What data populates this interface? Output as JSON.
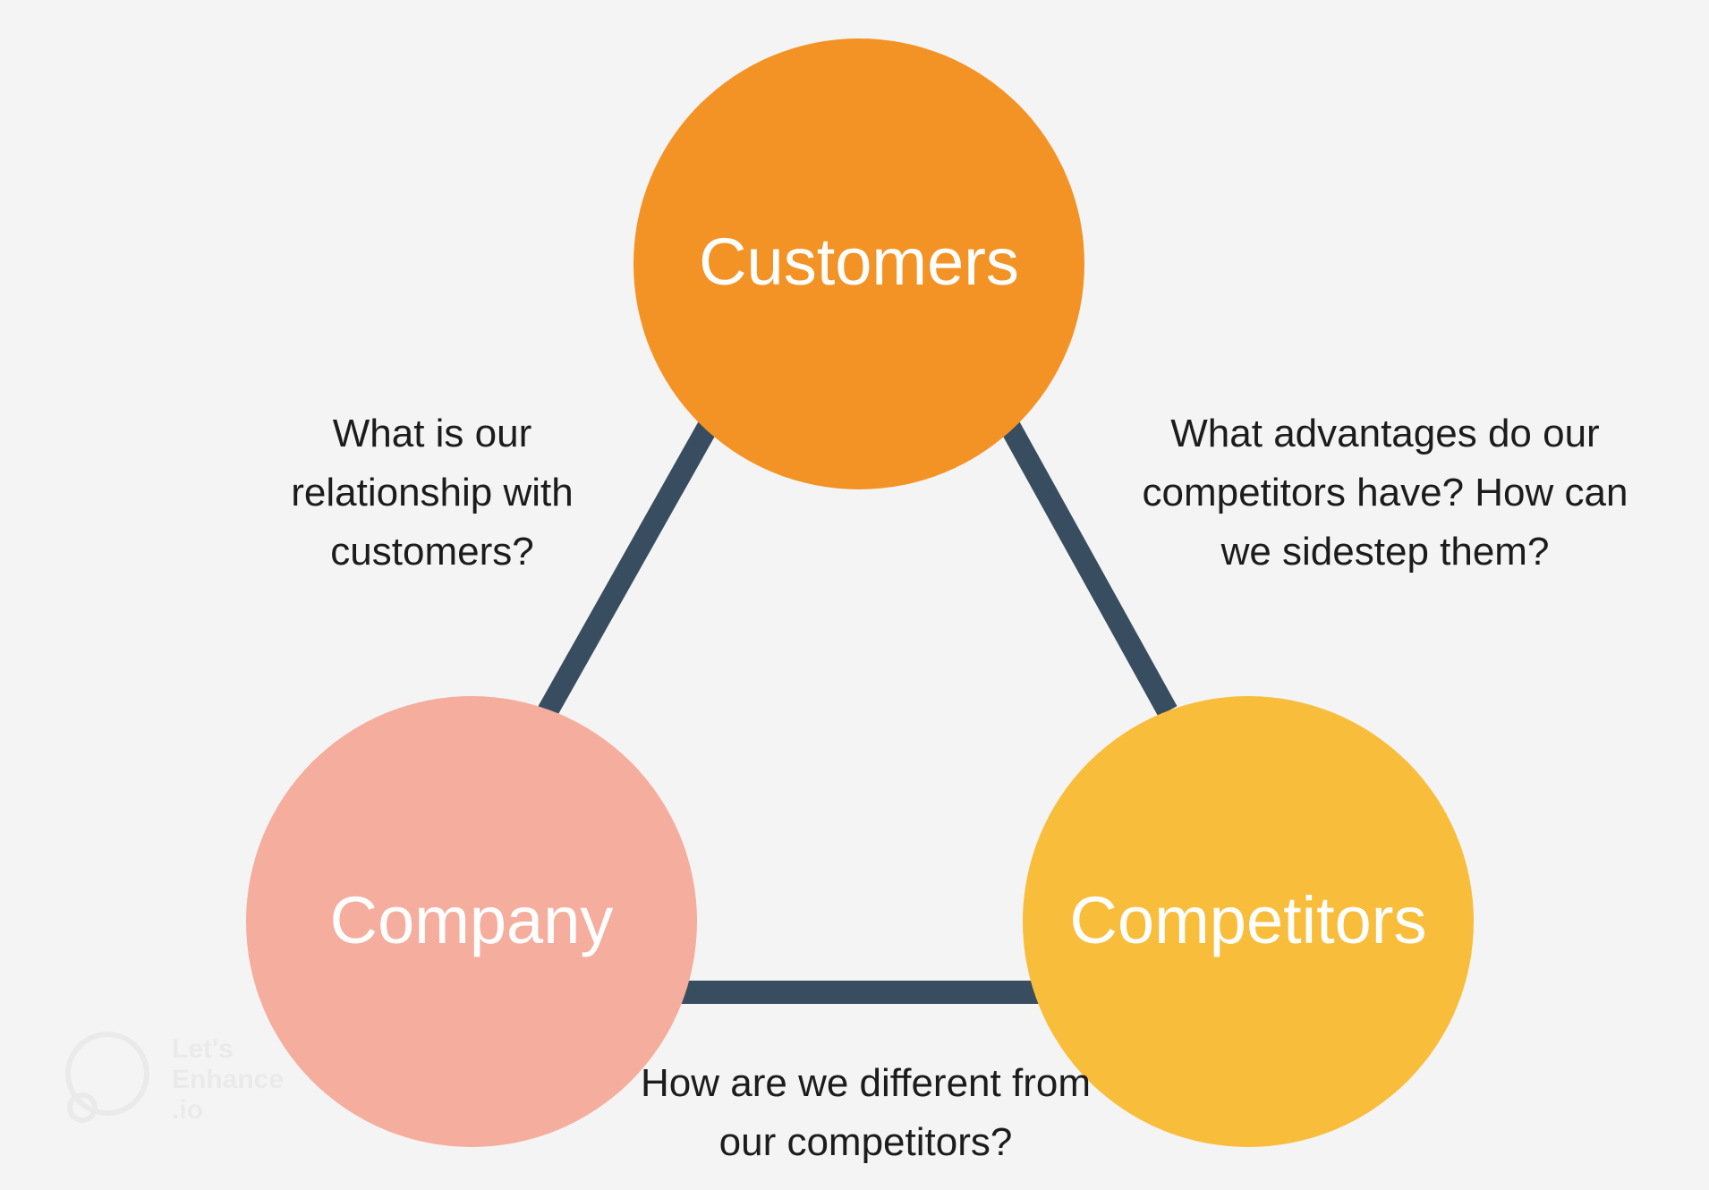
{
  "nodes": {
    "customers": {
      "label": "Customers",
      "color": "#f39325"
    },
    "company": {
      "label": "Company",
      "color": "#f5ad9d"
    },
    "competitors": {
      "label": "Competitors",
      "color": "#f8bd3a"
    }
  },
  "connector_color": "#384d5f",
  "questions": {
    "customers_company": "What is our relationship with customers?",
    "customers_competitors": "What advantages do our competitors have? How can we sidestep them?",
    "company_competitors": "How are we different from our competitors?"
  },
  "watermark": {
    "text": "Let's\nEnhance\n.io"
  }
}
